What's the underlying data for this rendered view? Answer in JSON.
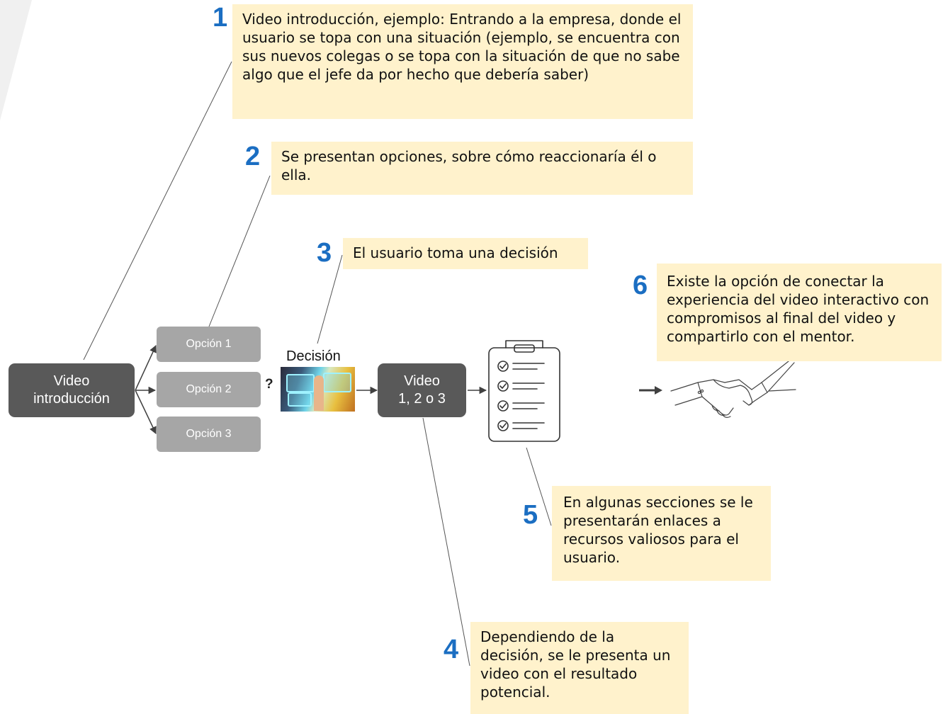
{
  "steps": [
    {
      "number": "1",
      "text": "Video introducción, ejemplo: Entrando a la empresa, donde el usuario se topa con una situación (ejemplo, se encuentra con sus nuevos colegas o se topa con la situación de que no sabe algo que el jefe da por hecho que debería saber)"
    },
    {
      "number": "2",
      "text": "Se presentan opciones, sobre cómo reaccionaría él o ella."
    },
    {
      "number": "3",
      "text": "El usuario toma una decisión"
    },
    {
      "number": "4",
      "text": "Dependiendo de la decisión, se le presenta un video con el resultado potencial."
    },
    {
      "number": "5",
      "text": "En algunas secciones se le presentarán enlaces a recursos valiosos para el usuario."
    },
    {
      "number": "6",
      "text": "Existe la opción de conectar la experiencia del video interactivo con compromisos al final del video y compartirlo con el mentor."
    }
  ],
  "flow": {
    "intro_line1": "Video",
    "intro_line2": "introducción",
    "options": [
      "Opción 1",
      "Opción 2",
      "Opción 3"
    ],
    "question_mark": "?",
    "decision_label": "Decisión",
    "result_line1": "Video",
    "result_line2": "1, 2 o 3"
  },
  "icons": [
    "touchscreen-decision-image",
    "checklist-clipboard-icon",
    "handshake-icon",
    "arrow-right-icon"
  ],
  "colors": {
    "note_bg": "#fff2cc",
    "number": "#1b6ec2",
    "node_dark": "#595959",
    "node_option": "#a6a6a6"
  }
}
